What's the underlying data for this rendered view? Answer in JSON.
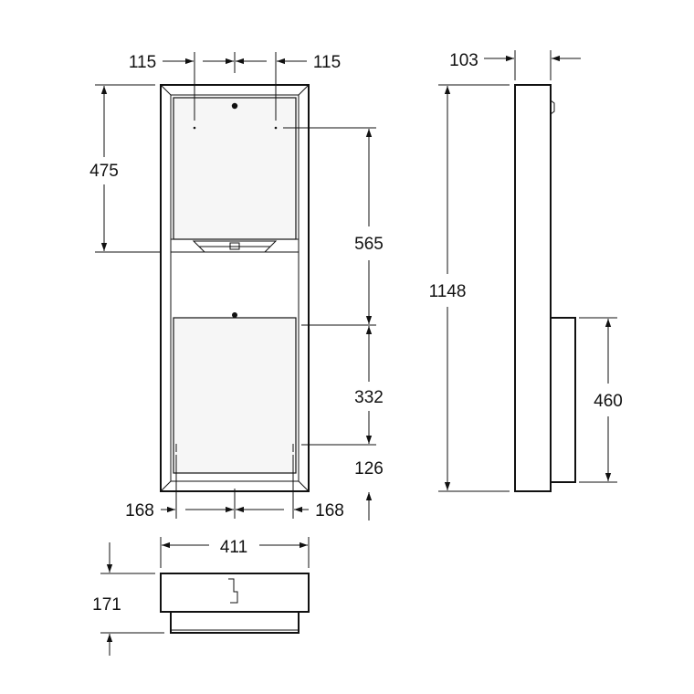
{
  "dimensions": {
    "top_left_offset": "115",
    "top_right_offset": "115",
    "upper_section_height": "475",
    "middle_span": "565",
    "lower_span": "332",
    "bottom_offset": "126",
    "overall_height": "1148",
    "depth_top": "103",
    "lower_box_height": "460",
    "bottom_left_offset": "168",
    "bottom_right_offset": "168",
    "overall_width": "411",
    "overall_depth": "171"
  }
}
